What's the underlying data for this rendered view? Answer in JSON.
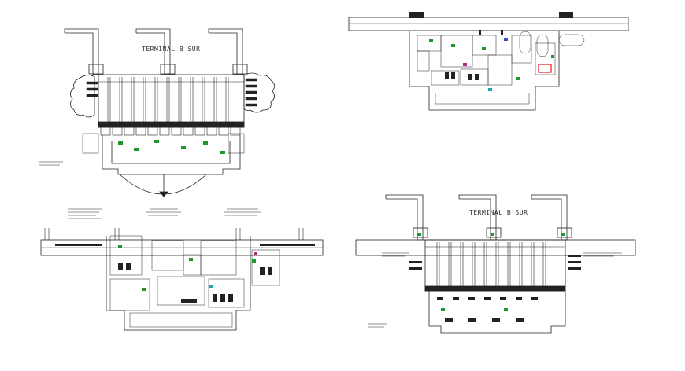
{
  "drawing": {
    "background": "#ffffff",
    "line_color": "#222222",
    "accent_colors": {
      "green": "#1a9a2a",
      "blue": "#3050c0",
      "magenta": "#c02080",
      "red": "#e01818",
      "cyan": "#20a0b0"
    }
  },
  "plans": [
    {
      "id": "plan-top-left",
      "title": "TERMINAL B SUR"
    },
    {
      "id": "plan-top-right",
      "title": ""
    },
    {
      "id": "plan-bottom-left",
      "title": ""
    },
    {
      "id": "plan-bottom-right",
      "title": "TERMINAL B SUR"
    }
  ]
}
